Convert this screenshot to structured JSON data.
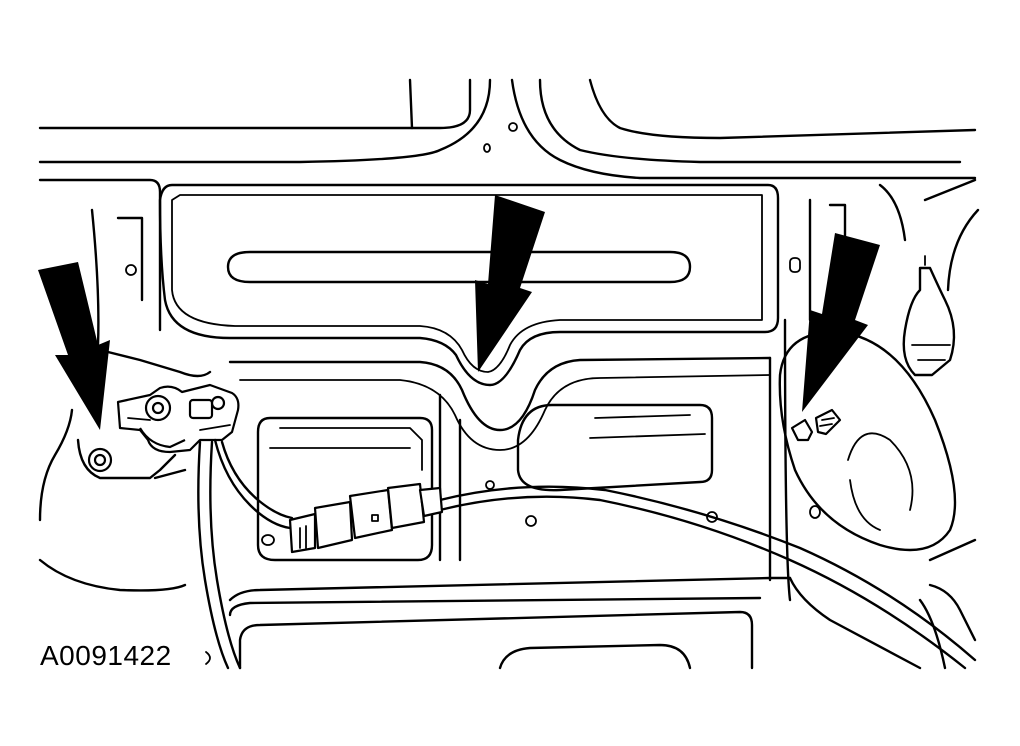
{
  "figure": {
    "id_label": "A0091422"
  },
  "colors": {
    "line": "#000000",
    "background": "#ffffff"
  },
  "callouts": [
    {
      "name": "left-arrow",
      "points_to": "nut"
    },
    {
      "name": "center-arrow",
      "points_to": "panel-recess"
    },
    {
      "name": "right-arrow",
      "points_to": "clip"
    }
  ]
}
